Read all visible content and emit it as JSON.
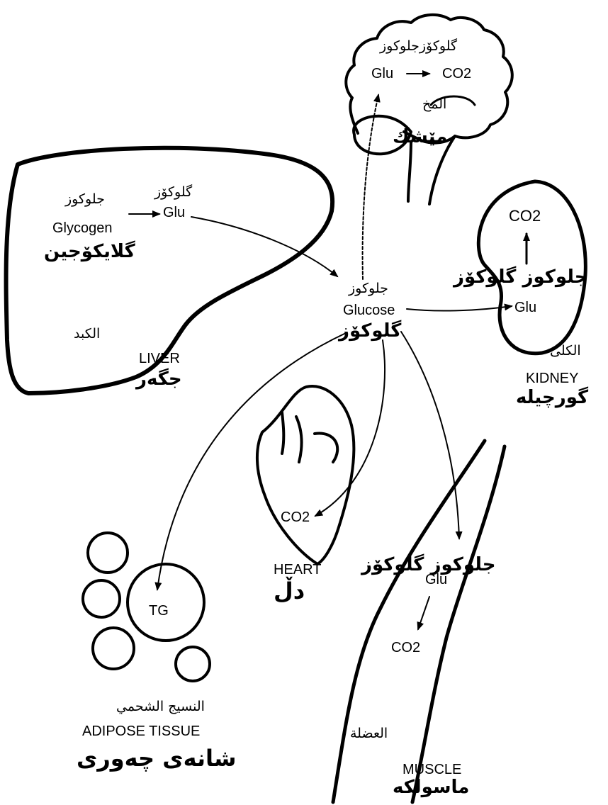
{
  "brain": {
    "title_ku_ar": "گلوكۆزجلوكوز",
    "reaction_from": "Glu",
    "reaction_to": "CO2",
    "name_ar": "المخ",
    "name_ku": "مێشك"
  },
  "liver": {
    "glycogen_ar": "جلوكوز",
    "glycogen_en": "Glycogen",
    "glycogen_ku": "گلايكۆجين",
    "glu_ku": "گلوكۆز",
    "glu_en": "Glu",
    "name_ar": "الكبد",
    "name_en": "LIVER",
    "name_ku": "جگەر"
  },
  "blood": {
    "glucose_ar": "جلوكوز",
    "glucose_en": "Glucose",
    "glucose_ku": "گلوكۆز"
  },
  "kidney": {
    "co2": "CO2",
    "glu_ku_ar": "جلوكوز گلوكۆز",
    "glu_en": "Glu",
    "name_ar": "الكلى",
    "name_en": "KIDNEY",
    "name_ku": "گورچیلە"
  },
  "heart": {
    "co2": "CO2",
    "name_en": "HEART",
    "name_ku": "دڵ"
  },
  "adipose": {
    "tg": "TG",
    "name_ar": "النسيج الشحمي",
    "name_en": "ADIPOSE TISSUE",
    "name_ku": "شانەی چەوری"
  },
  "muscle": {
    "glu_ku_ar": "جلوكوز گلوكۆز",
    "glu_en": "Glu",
    "co2": "CO2",
    "name_ar": "العضلة",
    "name_en": "MUSCLE",
    "name_ku": "ماسولكە"
  }
}
